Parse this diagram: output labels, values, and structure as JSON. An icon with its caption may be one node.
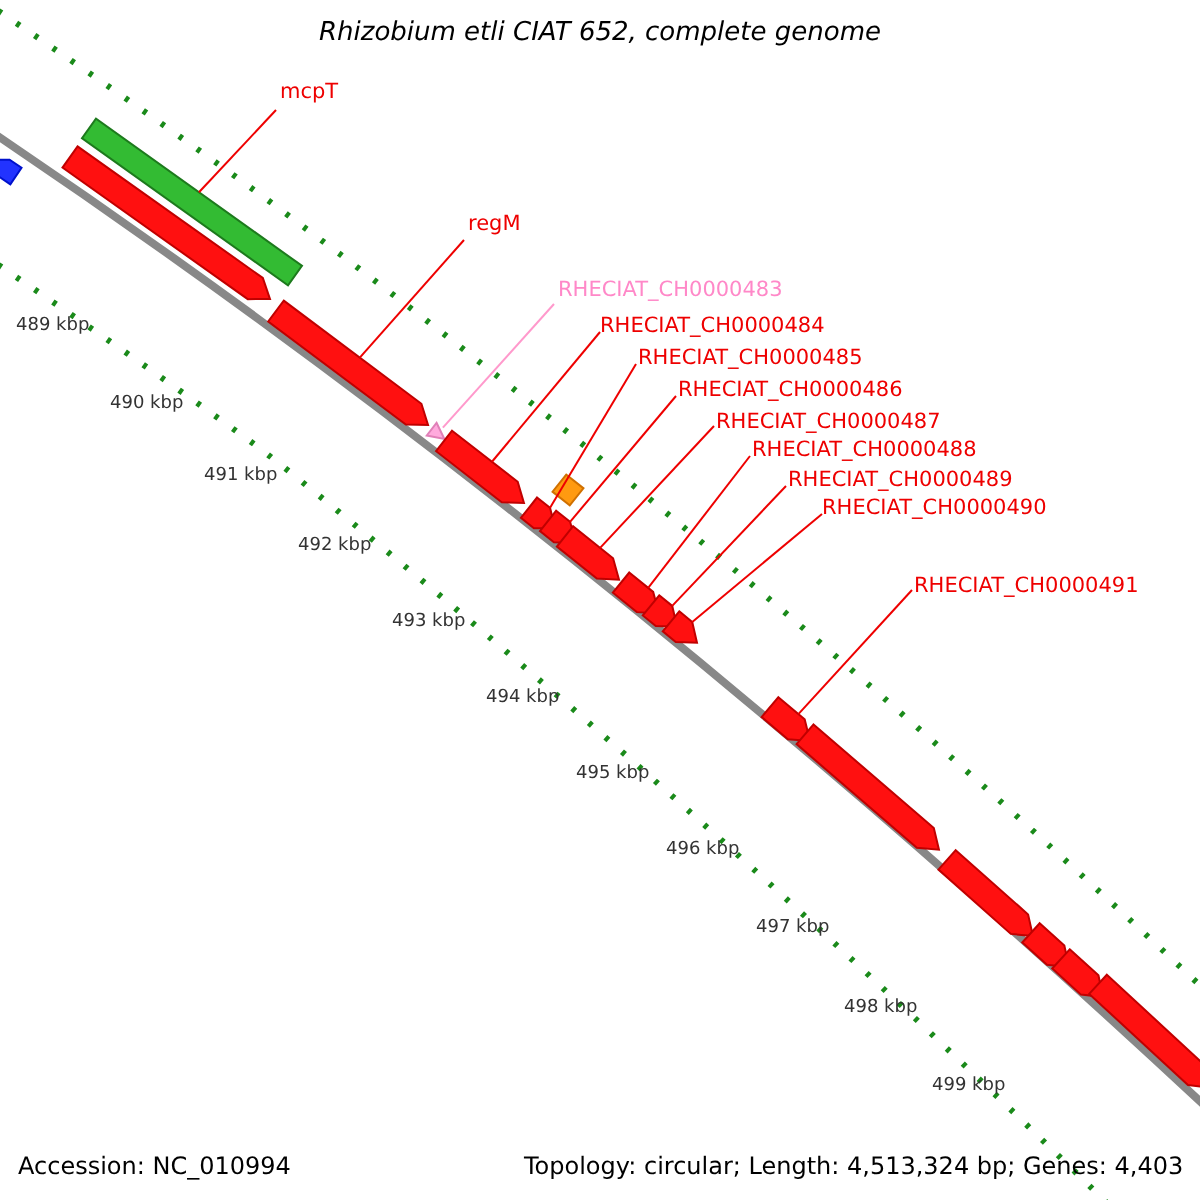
{
  "diagram": {
    "title": "Rhizobium etli CIAT 652, complete genome",
    "nodes": [
      {
        "text": [
          "mcpT"
        ]
      },
      {
        "text": [
          "regM"
        ]
      },
      {
        "text": [
          "RHECIAT_CH0000483"
        ]
      },
      {
        "text": [
          "RHECIAT_CH0000484"
        ]
      },
      {
        "text": [
          "RHECIAT_CH0000485"
        ]
      },
      {
        "text": [
          "RHECIAT_CH0000486"
        ]
      },
      {
        "text": [
          "RHECIAT_CH0000487"
        ]
      },
      {
        "text": [
          "RHECIAT_CH0000488"
        ]
      },
      {
        "text": [
          "RHECIAT_CH0000489"
        ]
      },
      {
        "text": [
          "RHECIAT_CH0000490"
        ]
      },
      {
        "text": [
          "RHECIAT_CH0000491"
        ]
      },
      {
        "text": [],
        "shape": "arrow"
      },
      {
        "text": [],
        "shape": "bar"
      },
      {
        "text": [],
        "shape": "arrow"
      },
      {
        "text": [],
        "shape": "arrow"
      },
      {
        "text": [],
        "shape": "triangle"
      },
      {
        "text": [],
        "shape": "arrow"
      },
      {
        "text": [],
        "shape": "diamond"
      },
      {
        "text": [],
        "shape": "arrow"
      },
      {
        "text": [],
        "shape": "arrow"
      },
      {
        "text": [],
        "shape": "arrow"
      },
      {
        "text": [],
        "shape": "arrow"
      },
      {
        "text": [],
        "shape": "arrow"
      },
      {
        "text": [],
        "shape": "arrow"
      },
      {
        "text": [],
        "shape": "arrow"
      },
      {
        "text": [],
        "shape": "arrow"
      },
      {
        "text": [],
        "shape": "arrow"
      },
      {
        "text": [],
        "shape": "arrow"
      },
      {
        "text": [],
        "shape": "arrow"
      },
      {
        "text": [],
        "shape": "arrow"
      }
    ],
    "edges": [
      {
        "from": 0,
        "to": 12,
        "arrow": "none"
      },
      {
        "from": 1,
        "to": 14,
        "arrow": "none"
      },
      {
        "from": 2,
        "to": 15,
        "arrow": "none",
        "color": "#ff99cc"
      },
      {
        "from": 3,
        "to": 16,
        "arrow": "none"
      },
      {
        "from": 4,
        "to": 18,
        "arrow": "none"
      },
      {
        "from": 5,
        "to": 19,
        "arrow": "none"
      },
      {
        "from": 6,
        "to": 20,
        "arrow": "none"
      },
      {
        "from": 7,
        "to": 21,
        "arrow": "none"
      },
      {
        "from": 8,
        "to": 22,
        "arrow": "none"
      },
      {
        "from": 9,
        "to": 23,
        "arrow": "none"
      },
      {
        "from": 10,
        "to": 24,
        "arrow": "none"
      }
    ],
    "labels": [
      "489 kbp",
      "490 kbp",
      "491 kbp",
      "492 kbp",
      "493 kbp",
      "494 kbp",
      "495 kbp",
      "496 kbp",
      "497 kbp",
      "498 kbp",
      "499 kbp",
      "Accession: NC_010994",
      "Topology: circular; Length: 4,513,324 bp; Genes: 4,403"
    ]
  }
}
